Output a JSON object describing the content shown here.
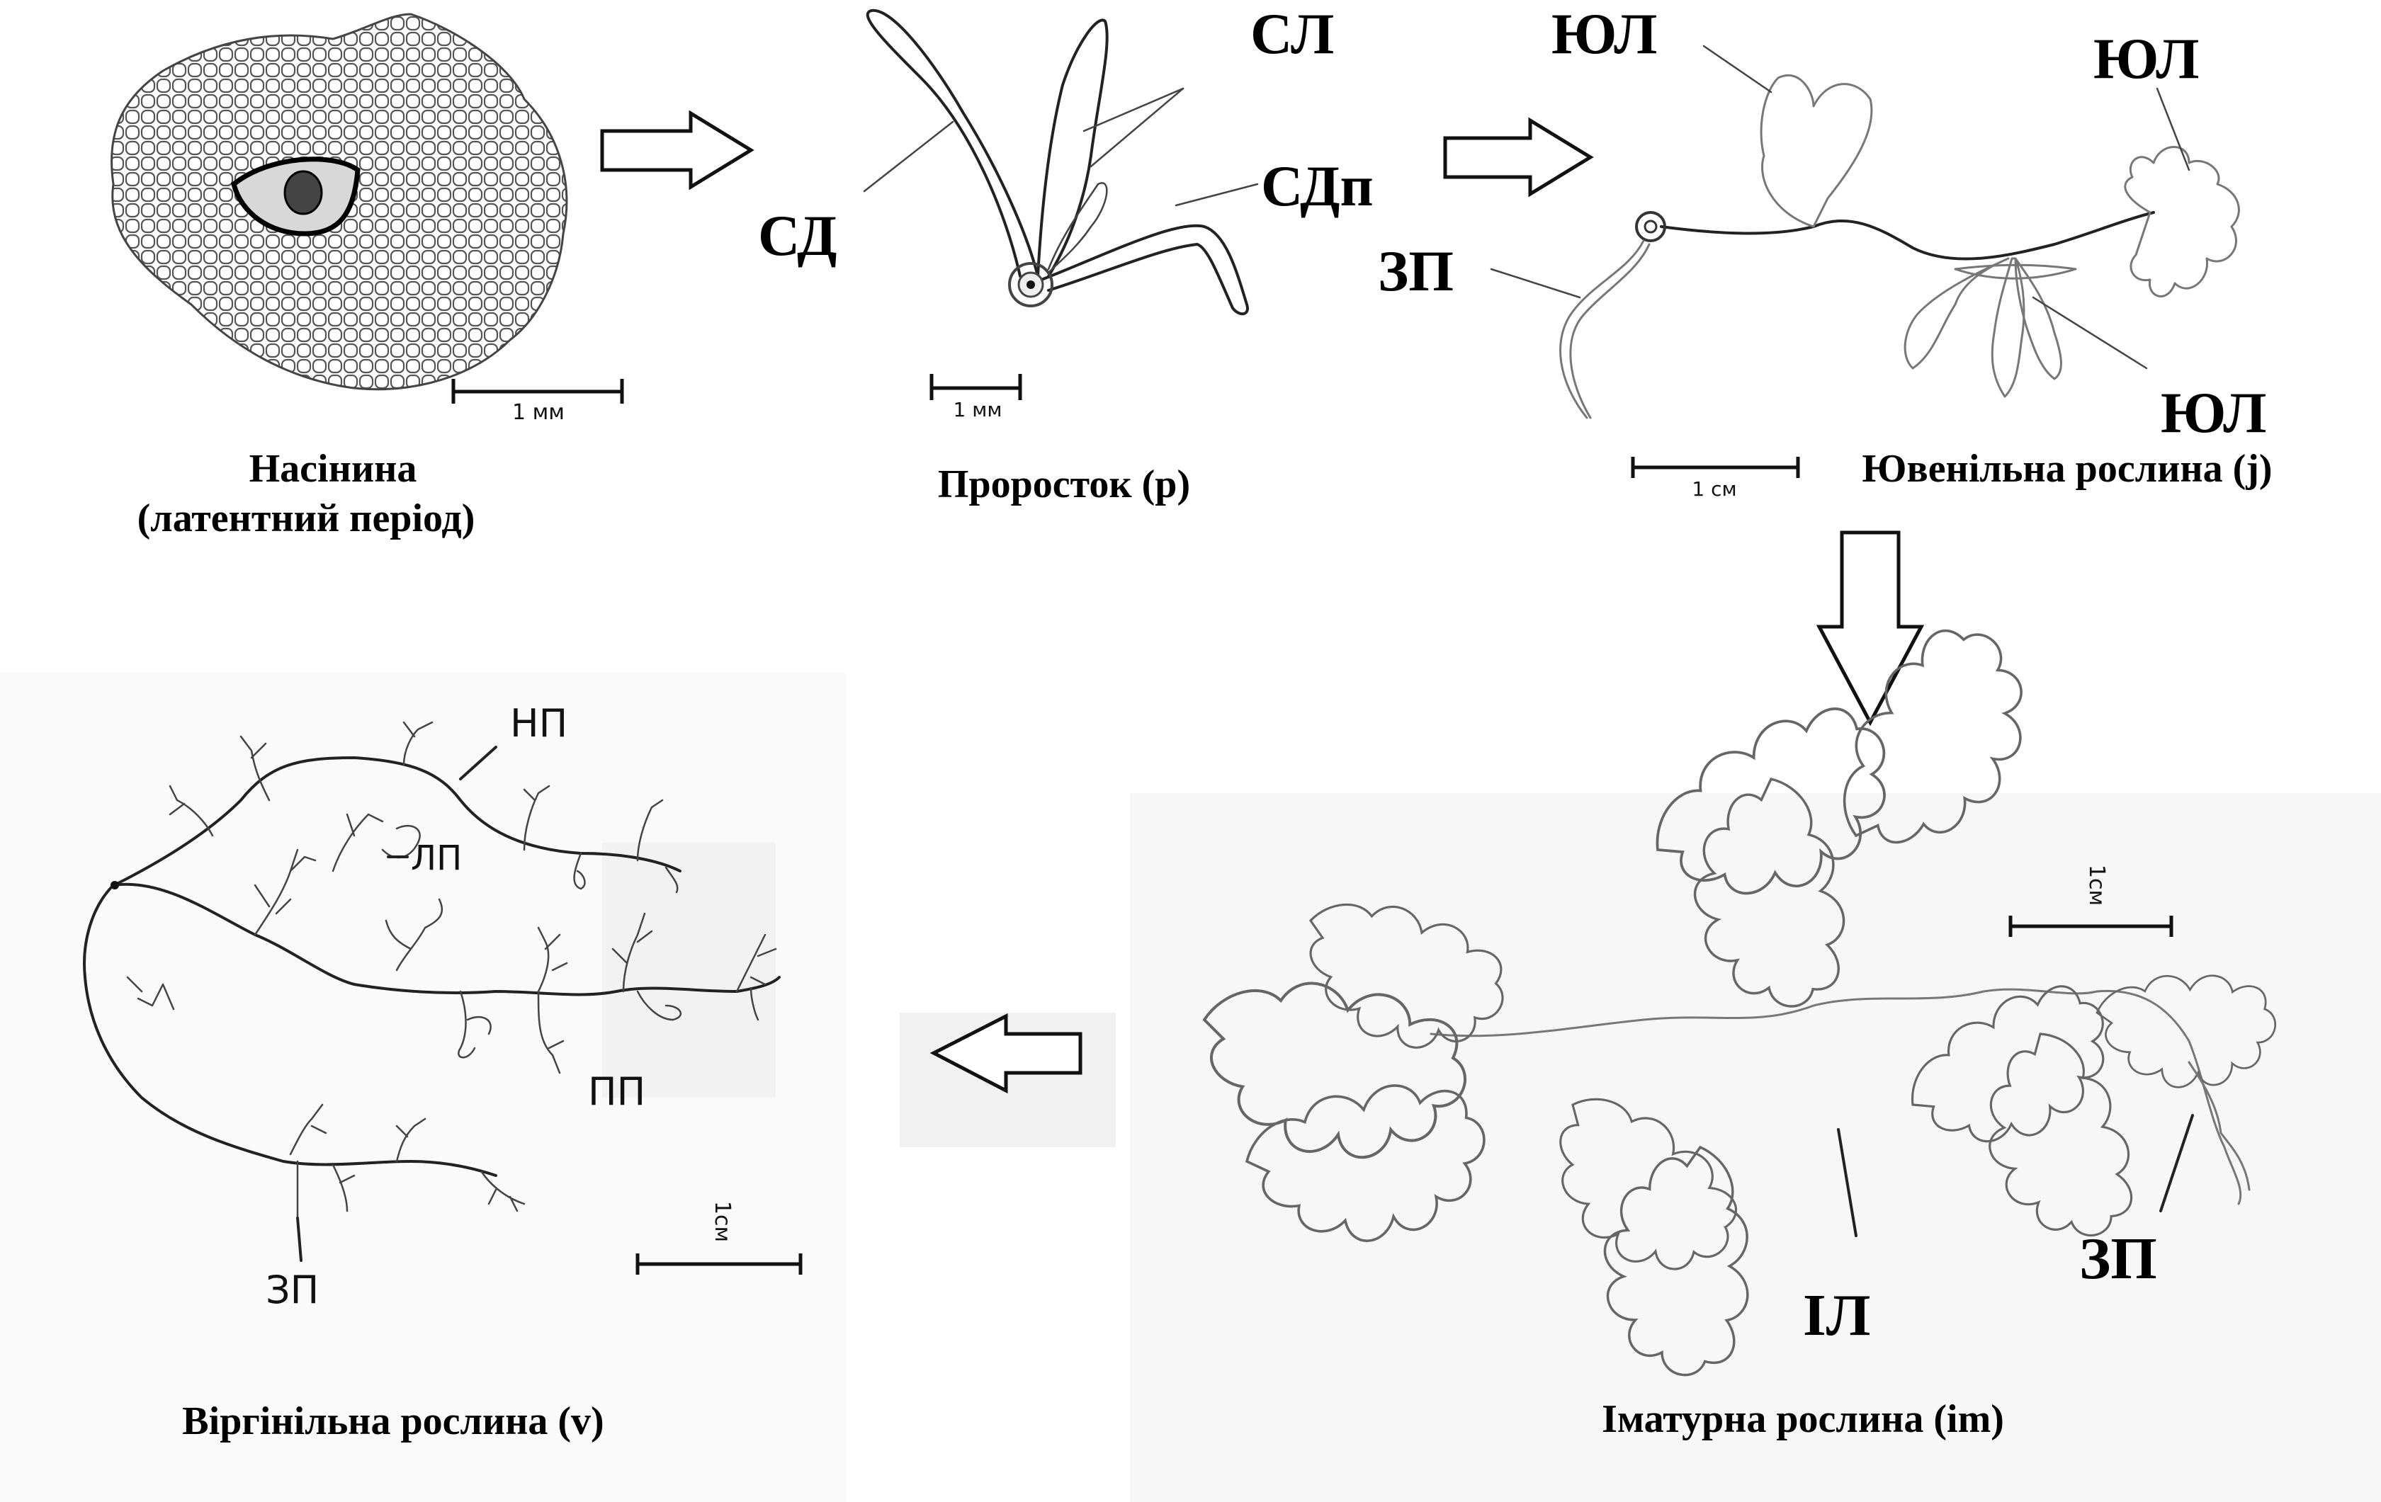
{
  "stages": {
    "seed": {
      "caption_line1": "Насінина",
      "caption_line2": "(латентний період)",
      "scale": "1 мм"
    },
    "seedling": {
      "caption": "Проросток (p)",
      "scale": "1 мм",
      "label_sl": "СЛ",
      "label_sd": "СД",
      "label_sdp": "СДп"
    },
    "juvenile": {
      "caption": "Ювенільна рослина (j)",
      "scale": "1 см",
      "label_yul_1": "ЮЛ",
      "label_yul_2": "ЮЛ",
      "label_yul_3": "ЮЛ",
      "label_zp": "ЗП"
    },
    "immature": {
      "caption": "Іматурна рослина (im)",
      "scale": "1см",
      "label_il": "ІЛ",
      "label_zp": "ЗП"
    },
    "virginal": {
      "caption": "Віргінільна рослина (v)",
      "scale": "1см",
      "label_np": "НП",
      "label_lp": "ЛП",
      "label_pp": "ПП",
      "label_zp": "ЗП"
    }
  }
}
